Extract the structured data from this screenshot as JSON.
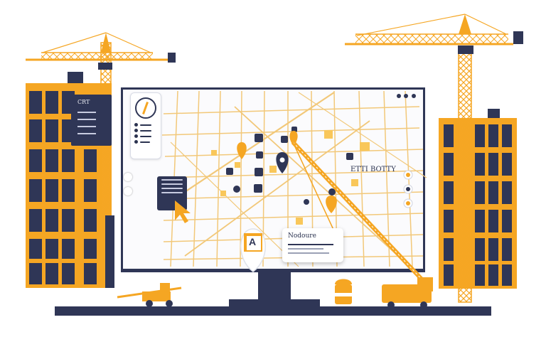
{
  "left_panel": {
    "title": "CRT"
  },
  "map": {
    "label": "ETTI BOTTY",
    "card_letter": "A"
  },
  "tooltip": {
    "title": "Nodoure"
  },
  "colors": {
    "orange": "#f5a623",
    "navy": "#2f3656",
    "street": "#f2c879",
    "bg": "#ffffff"
  },
  "icons": [
    "compass-icon",
    "location-pin-icon",
    "map-marker-icon",
    "cursor-icon",
    "tower-crane-icon",
    "building-icon",
    "excavator-icon",
    "truck-icon",
    "traffic-barrel-icon",
    "monitor-icon"
  ]
}
